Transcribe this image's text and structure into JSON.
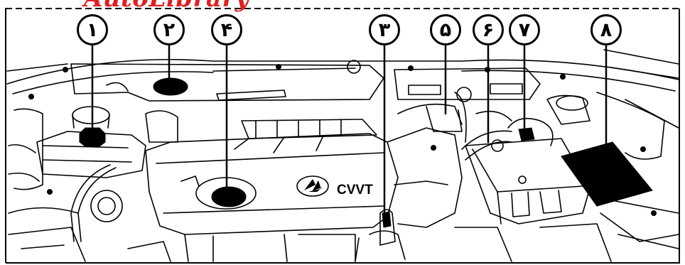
{
  "watermark": "AutoLibrary",
  "engine_text": "CVVT",
  "callouts": [
    {
      "label": "۱",
      "name": "callout-1"
    },
    {
      "label": "۲",
      "name": "callout-2"
    },
    {
      "label": "۴",
      "name": "callout-4"
    },
    {
      "label": "۳",
      "name": "callout-3"
    },
    {
      "label": "۵",
      "name": "callout-5"
    },
    {
      "label": "۶",
      "name": "callout-6"
    },
    {
      "label": "۷",
      "name": "callout-7"
    },
    {
      "label": "۸",
      "name": "callout-8"
    }
  ]
}
